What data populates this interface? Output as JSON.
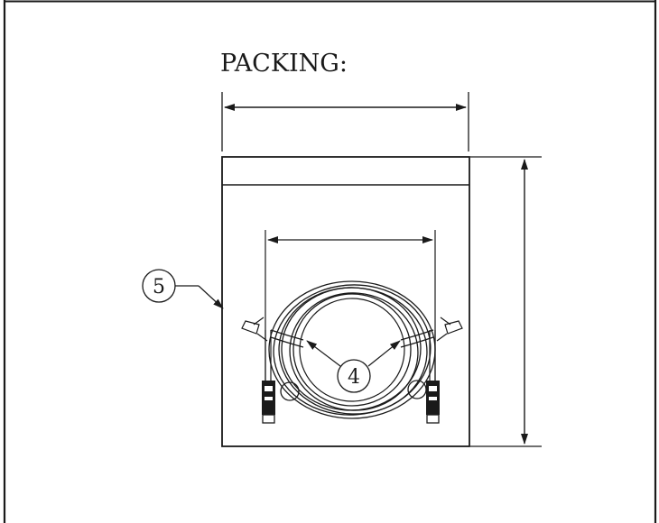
{
  "title": "PACKING:",
  "balloons": {
    "bag": "5",
    "ties": "4"
  },
  "colors": {
    "line": "#1a1a1a",
    "background": "#ffffff"
  }
}
